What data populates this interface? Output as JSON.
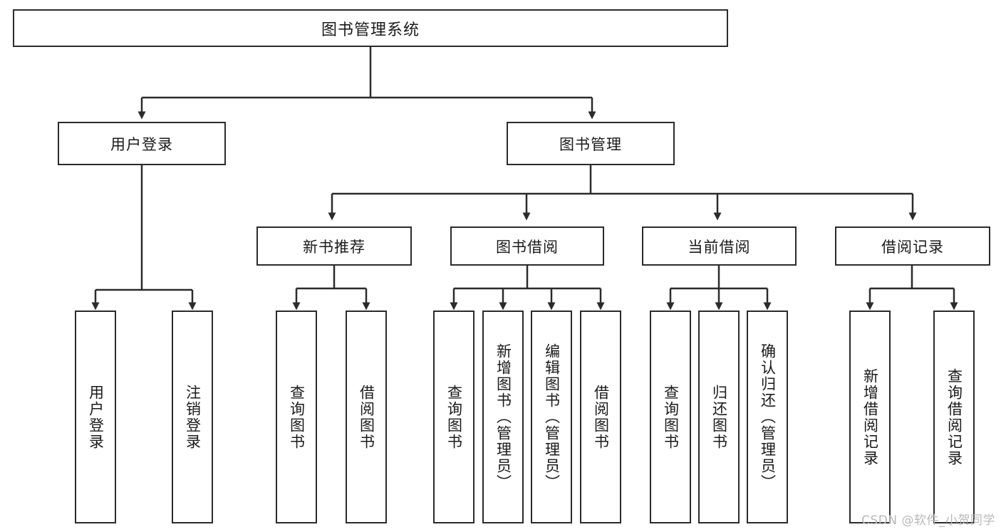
{
  "diagram": {
    "type": "tree-hierarchy-diagram",
    "title": "图书管理系统",
    "watermark": "CSDN @软件_小贺同学",
    "colors": {
      "box_border": "#2b2b2b",
      "box_fill": "#ffffff",
      "connector": "#2b2b2b",
      "text": "#1a1a1a",
      "watermark": "#b8b8b8"
    },
    "levels": {
      "root": {
        "label": "图书管理系统"
      },
      "level2": [
        {
          "label": "用户登录"
        },
        {
          "label": "图书管理"
        }
      ],
      "level3": [
        {
          "label": "新书推荐"
        },
        {
          "label": "图书借阅"
        },
        {
          "label": "当前借阅"
        },
        {
          "label": "借阅记录"
        }
      ],
      "leaves": {
        "user_login": [
          {
            "label": "用户登录"
          },
          {
            "label": "注销登录"
          }
        ],
        "new_book_recommend": [
          {
            "label": "查询图书"
          },
          {
            "label": "借阅图书"
          }
        ],
        "book_borrow": [
          {
            "label": "查询图书"
          },
          {
            "label": "新增图书（管理员）"
          },
          {
            "label": "编辑图书（管理员）"
          },
          {
            "label": "借阅图书"
          }
        ],
        "current_borrow": [
          {
            "label": "查询图书"
          },
          {
            "label": "归还图书"
          },
          {
            "label": "确认归还（管理员）"
          }
        ],
        "borrow_record": [
          {
            "label": "新增借阅记录"
          },
          {
            "label": "查询借阅记录"
          }
        ]
      }
    }
  }
}
